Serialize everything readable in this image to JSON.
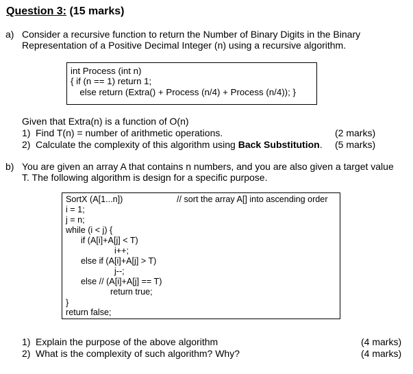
{
  "header": {
    "question_label": "Question 3:",
    "marks": " (15 marks)"
  },
  "part_a": {
    "letter": "a)",
    "line1": "Consider a recursive function to return the Number of Binary Digits in the Binary",
    "line2": "Representation of a Positive Decimal Integer (n) using a recursive algorithm.",
    "code": [
      "int Process (int n)",
      "{ if (n == 1) return 1;",
      "  else return (Extra() + Process (n/4) + Process (n/4)); }"
    ],
    "given": "Given that Extra(n) is a function of O(n)",
    "items": [
      {
        "num": "1)",
        "text": "Find T(n) = number of arithmetic operations.",
        "marks": "(2 marks)"
      },
      {
        "num": "2)",
        "text_before": "Calculate the complexity of this algorithm using ",
        "text_bold": "Back Substitution",
        "text_after": ".",
        "marks": "(5 marks)"
      }
    ]
  },
  "part_b": {
    "letter": "b)",
    "line1": "You are given an array A that contains n numbers, and you are also given a target value",
    "line2": "T. The following algorithm is design for a specific purpose.",
    "code": {
      "signature": "SortX (A[1...n])",
      "comment": "// sort the array A[] into ascending order",
      "lines": [
        "i = 1;",
        "j = n;",
        "while (i < j) {",
        "if (A[i]+A[j] < T)",
        "i++;",
        "else if (A[i]+A[j] > T)",
        "j--;",
        "else // (A[i]+A[j] == T)",
        "return true;",
        "}",
        "return false;"
      ]
    },
    "items": [
      {
        "num": "1)",
        "text": "Explain the purpose of the above algorithm",
        "marks": "(4 marks)"
      },
      {
        "num": "2)",
        "text": "What is the complexity of such algorithm? Why?",
        "marks": "(4 marks)"
      }
    ]
  }
}
